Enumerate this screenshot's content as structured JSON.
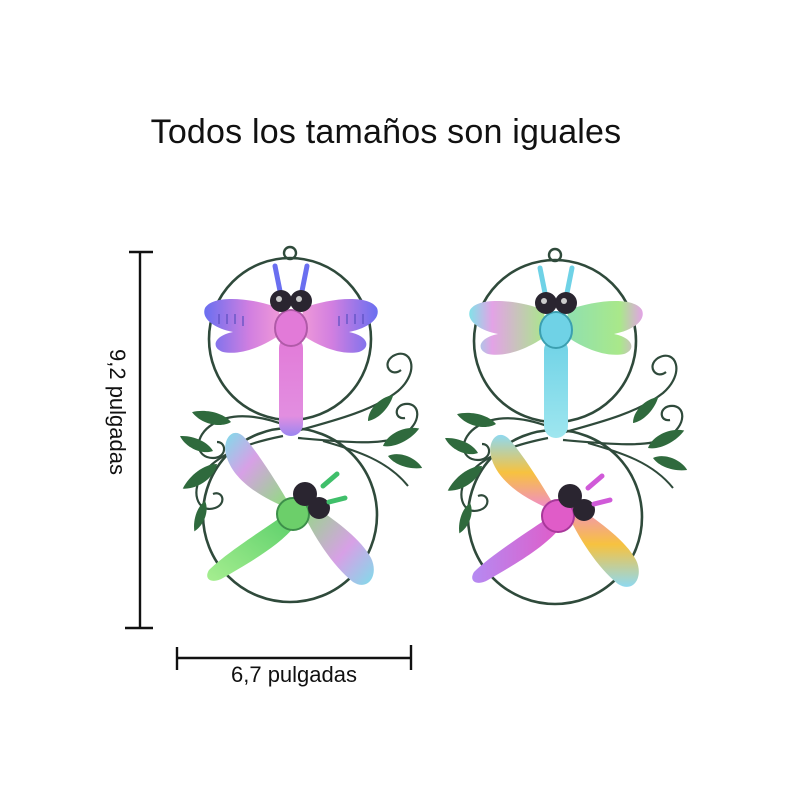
{
  "title": "Todos los tamaños son iguales",
  "dimensions": {
    "height_label": "9,2 pulgadas",
    "width_label": "6,7 pulgadas"
  },
  "products": [
    {
      "name": "dragonfly-wall-decor-left",
      "top_dragonfly": {
        "wing_colors": [
          "#6a6ff0",
          "#e27fd6"
        ],
        "body_color": "#e07ad6"
      },
      "bottom_dragonfly": {
        "wing_colors": [
          "#7fd7e9",
          "#8ce07a",
          "#d7a0e6"
        ],
        "body_color": "#7fdc6a"
      }
    },
    {
      "name": "dragonfly-wall-decor-right",
      "top_dragonfly": {
        "wing_colors": [
          "#82e2e8",
          "#a9e88a",
          "#e3a3e6"
        ],
        "body_color": "#7fd9e8"
      },
      "bottom_dragonfly": {
        "wing_colors": [
          "#8fd9f0",
          "#f7c23f",
          "#f08ad0"
        ],
        "body_color": "#e86fd8"
      }
    }
  ],
  "colors": {
    "wire": "#2f4a3b",
    "leaf": "#2f6a3d",
    "text": "#111111",
    "eye": "#2a2530"
  }
}
